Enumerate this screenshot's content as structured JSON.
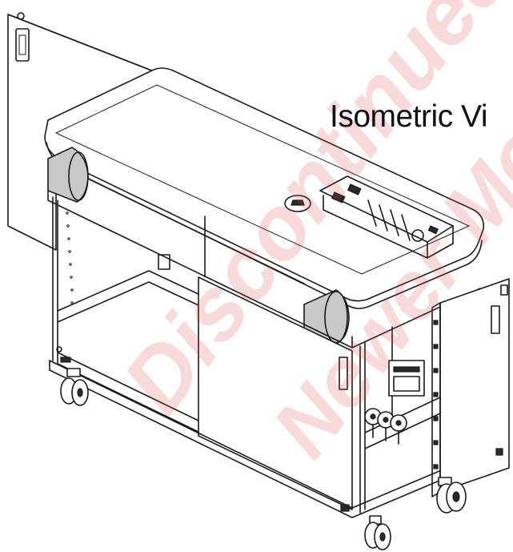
{
  "diagram": {
    "title": "Isometric Vi",
    "watermark": {
      "line1": "Discontinued",
      "line2": "Newer Model Av"
    },
    "colors": {
      "line": "#1a1a1a",
      "watermark": "#d64840",
      "background": "#ffffff"
    },
    "icons": [
      "cart-isometric-drawing"
    ]
  }
}
